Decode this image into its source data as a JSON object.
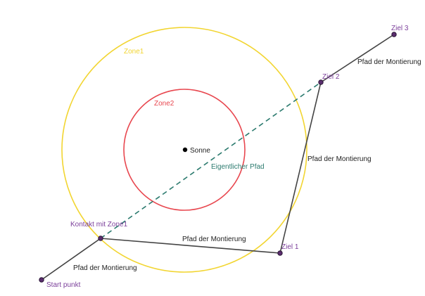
{
  "colors": {
    "zone1": "#f2d531",
    "zone2": "#e8474f",
    "path": "#444444",
    "actual_path": "#2b7a6e",
    "point": "#5a2d6e",
    "point_label": "#7b3f9a",
    "sun": "#000000",
    "label": "#222222"
  },
  "zones": {
    "zone1_label": "Zone1",
    "zone2_label": "Zone2"
  },
  "sun": {
    "label": "Sonne"
  },
  "points": {
    "start": "Start punkt",
    "contact": "Kontakt mit Zone1",
    "ziel1": "Ziel 1",
    "ziel2": "Ziel 2",
    "ziel3": "Ziel 3"
  },
  "path_labels": {
    "segment_start_contact": "Pfad der Montierung",
    "segment_contact_ziel1": "Pfad der Montierung",
    "segment_ziel1_ziel2": "Pfad der Montierung",
    "segment_ziel2_ziel3": "Pfad der Montierung",
    "actual_path": "Eigentlicher Pfad"
  }
}
